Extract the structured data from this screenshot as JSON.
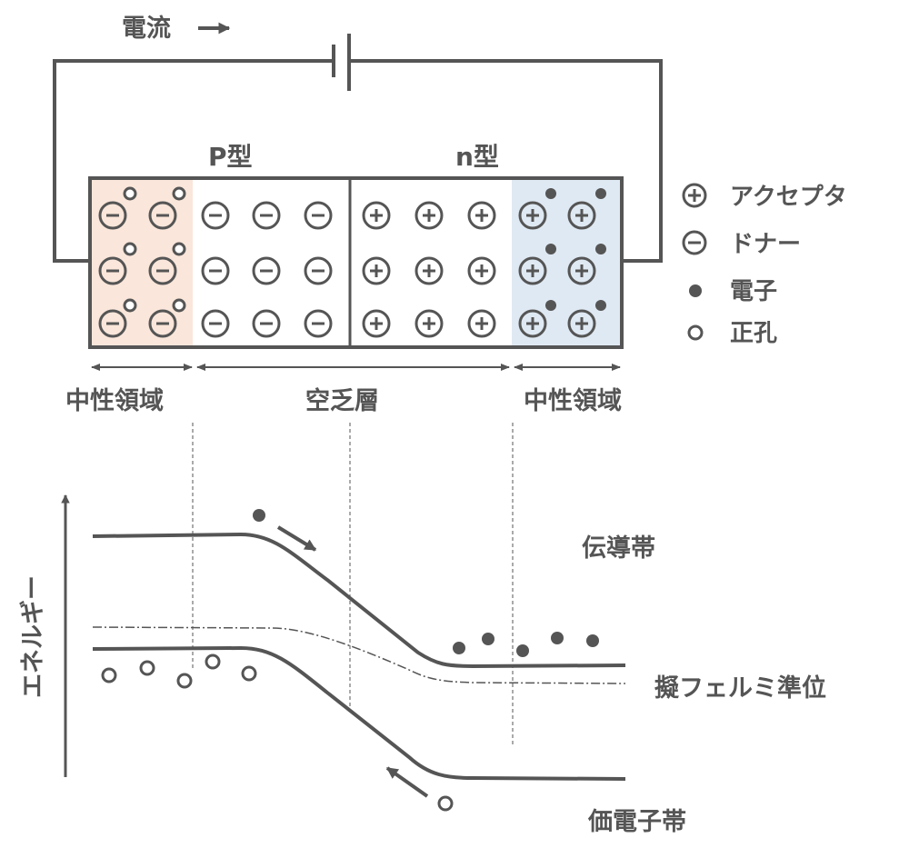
{
  "circuit": {
    "current_label": "電流"
  },
  "regions": {
    "p_type_label": "P型",
    "n_type_label": "n型",
    "left_neutral_label": "中性領域",
    "depletion_label": "空乏層",
    "right_neutral_label": "中性領域"
  },
  "legend": {
    "acceptor": "アクセプタ",
    "donor": "ドナー",
    "electron": "電子",
    "hole": "正孔"
  },
  "band": {
    "energy_axis_label": "エネルギー",
    "conduction_band": "伝導帯",
    "fermi_level": "擬フェルミ準位",
    "valence_band": "価電子帯"
  },
  "colors": {
    "line": "#555555",
    "p_neutral_fill": "#fae6da",
    "n_neutral_fill": "#dfe9f3"
  },
  "icons": {
    "acceptor": "circle-plus-icon",
    "donor": "circle-minus-icon",
    "electron": "filled-dot-icon",
    "hole": "open-circle-icon"
  }
}
